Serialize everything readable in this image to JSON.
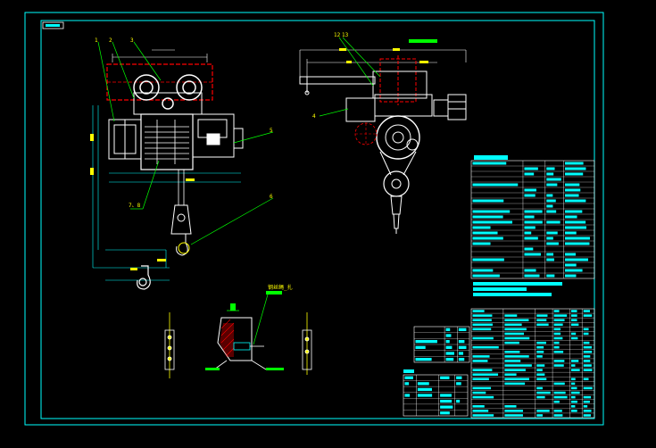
{
  "drawing": {
    "title_tab": "",
    "colors": {
      "background": "#000000",
      "frame": "#00ffff",
      "outline": "#ffffff",
      "leader": "#00ff00",
      "rail": "#ff0000",
      "dim": "#ffff00",
      "table": "#00ffff"
    },
    "front_view": {
      "part_numbers": [
        "1",
        "2",
        "3",
        "5",
        "6",
        "7、8"
      ]
    },
    "side_view": {
      "part_numbers": [
        "12",
        "13",
        "4"
      ]
    },
    "detail": {
      "label": "钢丝绳_扎"
    }
  }
}
